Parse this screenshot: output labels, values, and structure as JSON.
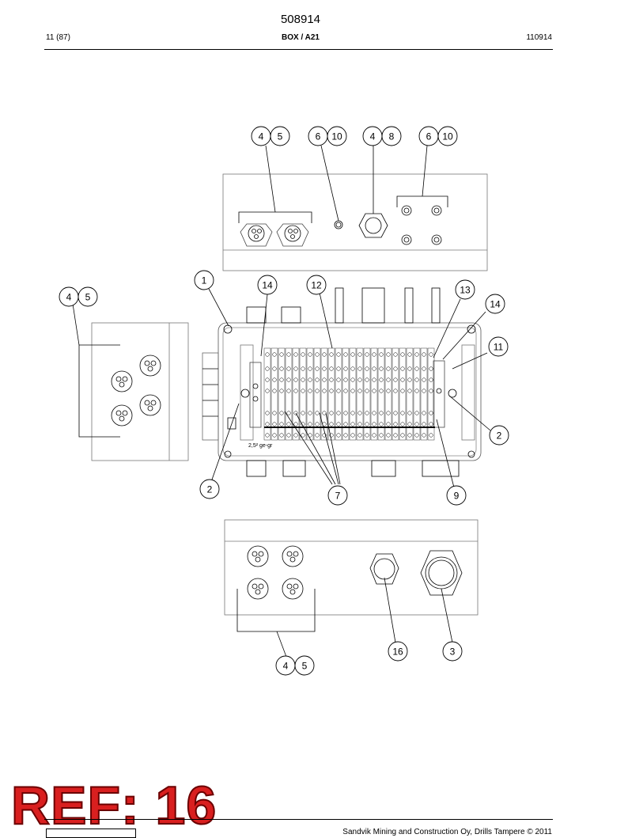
{
  "header": {
    "doc_number": "508914",
    "page": "11 (87)",
    "title": "BOX / A21",
    "code": "110914"
  },
  "drawing": {
    "callouts": [
      {
        "id": "top-4",
        "label": "4"
      },
      {
        "id": "top-5",
        "label": "5"
      },
      {
        "id": "top-6a",
        "label": "6"
      },
      {
        "id": "top-10a",
        "label": "10"
      },
      {
        "id": "top-4b",
        "label": "4"
      },
      {
        "id": "top-8",
        "label": "8"
      },
      {
        "id": "top-6b",
        "label": "6"
      },
      {
        "id": "top-10b",
        "label": "10"
      },
      {
        "id": "c-1",
        "label": "1"
      },
      {
        "id": "c-14a",
        "label": "14"
      },
      {
        "id": "c-12",
        "label": "12"
      },
      {
        "id": "c-13",
        "label": "13"
      },
      {
        "id": "c-14b",
        "label": "14"
      },
      {
        "id": "c-11",
        "label": "11"
      },
      {
        "id": "left-4",
        "label": "4"
      },
      {
        "id": "left-5",
        "label": "5"
      },
      {
        "id": "c-2a",
        "label": "2"
      },
      {
        "id": "c-2b",
        "label": "2"
      },
      {
        "id": "c-7",
        "label": "7"
      },
      {
        "id": "c-9",
        "label": "9"
      },
      {
        "id": "bot-16",
        "label": "16"
      },
      {
        "id": "bot-3",
        "label": "3"
      },
      {
        "id": "bot-4",
        "label": "4"
      },
      {
        "id": "bot-5",
        "label": "5"
      }
    ],
    "wire_label": "2,5² ge-gr"
  },
  "watermark": "REF: 16",
  "footer": {
    "copyright": "Sandvik Mining and Construction Oy, Drills Tampere © 2011"
  }
}
